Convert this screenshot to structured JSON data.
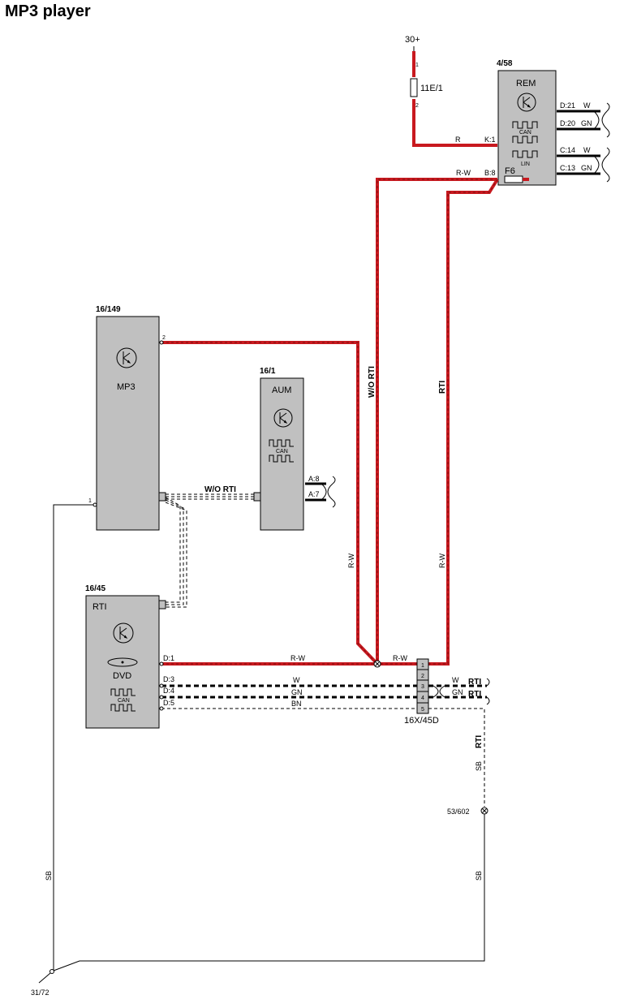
{
  "title": "MP3 player",
  "power": {
    "supply": "30+",
    "fuse": "11E/1",
    "pin1": "1",
    "pin2": "2"
  },
  "rem": {
    "id": "4/58",
    "name": "REM",
    "can": "CAN",
    "lin": "LIN",
    "fuse": "F6",
    "pin_k1": "K:1",
    "pin_b8": "B:8",
    "wire_r": "R",
    "wire_rw": "R-W",
    "pins": [
      "D:21",
      "D:20",
      "C:14",
      "C:13"
    ],
    "wires": [
      "W",
      "GN",
      "W",
      "GN"
    ]
  },
  "mp3": {
    "id": "16/149",
    "name": "MP3",
    "pin2": "2",
    "pin1": "1"
  },
  "aum": {
    "id": "16/1",
    "name": "AUM",
    "can": "CAN",
    "pins": [
      "A:8",
      "A:7"
    ]
  },
  "rti": {
    "id": "16/45",
    "name": "RTI",
    "dvd": "DVD",
    "can": "CAN",
    "pins": [
      "D:1",
      "D:3",
      "D:4",
      "D:5"
    ]
  },
  "wire_labels": {
    "wo_rti": "W/O RTI",
    "rti": "RTI",
    "rw": "R-W",
    "w": "W",
    "gn": "GN",
    "bn": "BN",
    "sb": "SB"
  },
  "connector": {
    "id": "16X/45D",
    "pins": [
      "1",
      "2",
      "3",
      "4",
      "5"
    ]
  },
  "splice": {
    "id": "53/602"
  },
  "ground": {
    "id": "31/72"
  }
}
